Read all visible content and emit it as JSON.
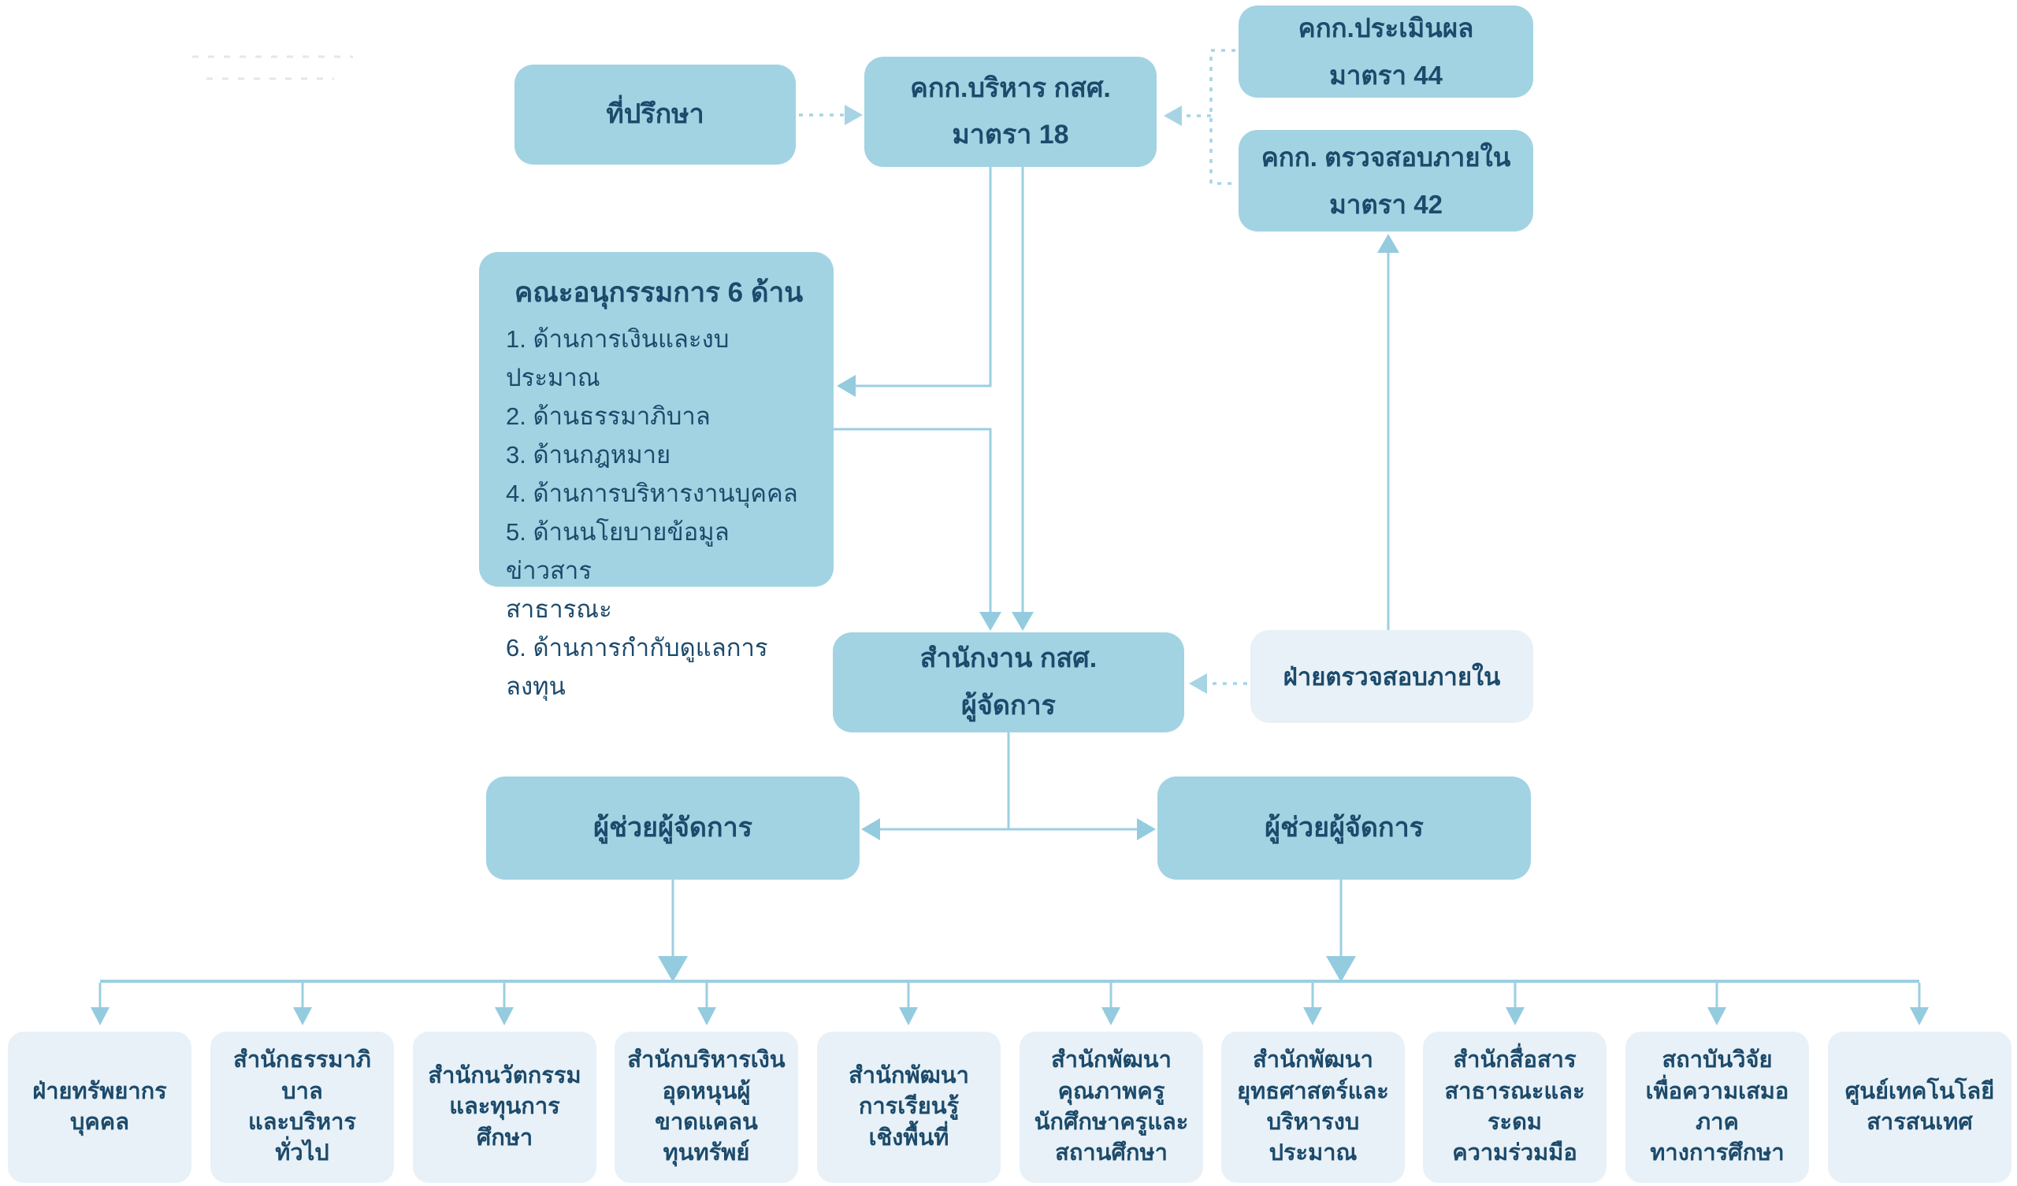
{
  "chart": {
    "language": "th",
    "type": "org-chart",
    "colors": {
      "node_fill": "#a1d3e3",
      "node_fill_light": "#e8f1f7",
      "connector": "#9ccfe1",
      "dotted_connector": "#a6d4e5",
      "text": "#1c4a6b",
      "background": "#ffffff"
    },
    "nodes": {
      "advisor": {
        "label": "ที่ปรึกษา"
      },
      "board": {
        "label": "คกก.บริหาร กสศ.\nมาตรา 18"
      },
      "evaluation_committee": {
        "label": "คกก.ประเมินผล\nมาตรา 44"
      },
      "internal_audit_committee": {
        "label": "คกก. ตรวจสอบภายใน\nมาตรา 42"
      },
      "subcommittees": {
        "title": "คณะอนุกรรมการ 6 ด้าน",
        "items": [
          "1. ด้านการเงินและงบประมาณ",
          "2. ด้านธรรมาภิบาล",
          "3. ด้านกฎหมาย",
          "4. ด้านการบริหารงานบุคคล",
          "5. ด้านนโยบายข้อมูลข่าวสาร\nสาธารณะ",
          "6. ด้านการกำกับดูแลการลงทุน"
        ]
      },
      "office": {
        "label": "สำนักงาน กสศ.\nผู้จัดการ"
      },
      "internal_audit_unit": {
        "label": "ฝ่ายตรวจสอบภายใน"
      },
      "deputies": [
        {
          "label": "ผู้ช่วยผู้จัดการ"
        },
        {
          "label": "ผู้ช่วยผู้จัดการ"
        }
      ],
      "units": [
        {
          "label": "ฝ่ายทรัพยากร\nบุคคล"
        },
        {
          "label": "สำนักธรรมาภิบาล\nและบริหารทั่วไป"
        },
        {
          "label": "สำนักนวัตกรรม\nและทุนการศึกษา"
        },
        {
          "label": "สำนักบริหารเงิน\nอุดหนุนผู้ขาดแคลน\nทุนทรัพย์"
        },
        {
          "label": "สำนักพัฒนา\nการเรียนรู้\nเชิงพื้นที่"
        },
        {
          "label": "สำนักพัฒนา\nคุณภาพครู\nนักศึกษาครูและ\nสถานศึกษา"
        },
        {
          "label": "สำนักพัฒนา\nยุทธศาสตร์และ\nบริหารงบประมาณ"
        },
        {
          "label": "สำนักสื่อสาร\nสาธารณะและระดม\nความร่วมมือ"
        },
        {
          "label": "สถาบันวิจัย\nเพื่อความเสมอภาค\nทางการศึกษา"
        },
        {
          "label": "ศูนย์เทคโนโลยี\nสารสนเทศ"
        }
      ]
    }
  }
}
